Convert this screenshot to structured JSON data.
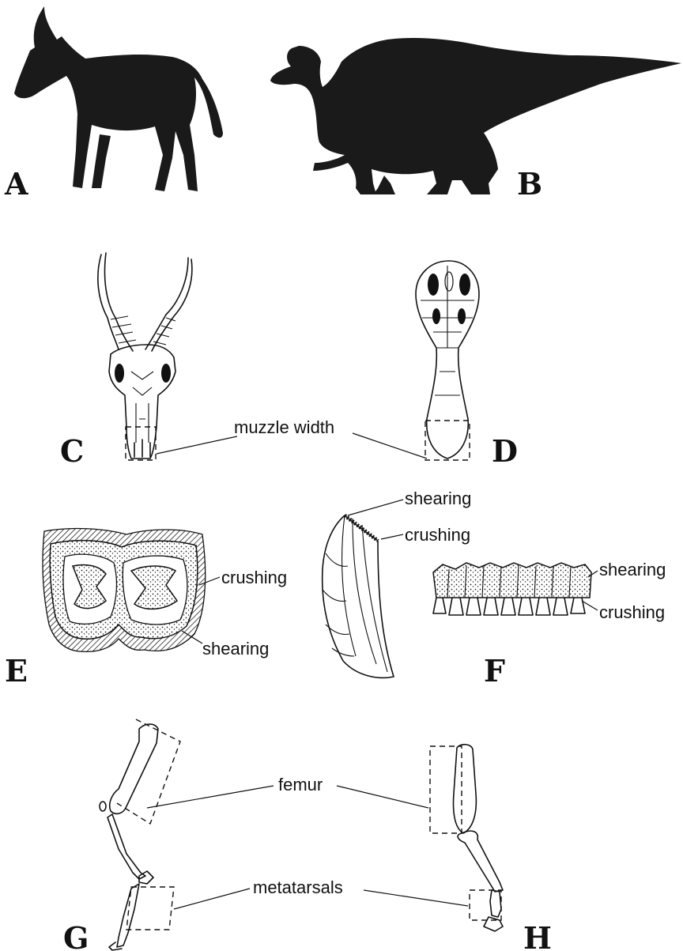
{
  "panels": {
    "a": "A",
    "b": "B",
    "c": "C",
    "d": "D",
    "e": "E",
    "f": "F",
    "g": "G",
    "h": "H"
  },
  "labels": {
    "muzzle_width": "muzzle width",
    "crushing_e": "crushing",
    "shearing_e": "shearing",
    "shearing_f1": "shearing",
    "crushing_f1": "crushing",
    "shearing_f2": "shearing",
    "crushing_f2": "crushing",
    "femur": "femur",
    "metatarsals": "metatarsals"
  },
  "colors": {
    "ink": "#111111",
    "background": "#ffffff"
  }
}
